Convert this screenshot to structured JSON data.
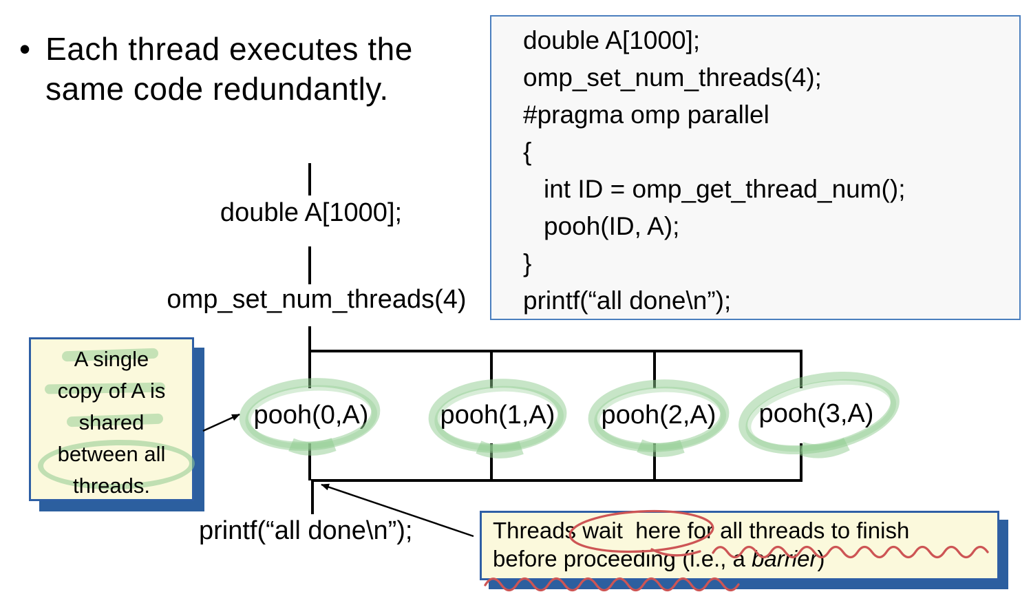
{
  "headline": {
    "bullet_char": "•",
    "text": "Each thread executes the\nsame code redundantly."
  },
  "code_box": {
    "lines": [
      "double A[1000];",
      "omp_set_num_threads(4);",
      "#pragma omp parallel",
      "{",
      "int ID = omp_get_thread_num();",
      "pooh(ID, A);",
      "}",
      "printf(“all done\\n”);"
    ]
  },
  "diagram": {
    "declare_label": "double A[1000];",
    "set_threads_label": "omp_set_num_threads(4)",
    "thread_labels": [
      "pooh(0,A)",
      "pooh(1,A)",
      "pooh(2,A)",
      "pooh(3,A)"
    ],
    "printf_label": "printf(“all done\\n”);"
  },
  "left_note": {
    "text": "A single\ncopy of A is\nshared\nbetween all\nthreads."
  },
  "bottom_note": {
    "line1": "Threads wait  here for all threads to finish",
    "line2_prefix": "before proceeding (i.e., a ",
    "line2_italic": "barrier",
    "line2_suffix": ")"
  },
  "colors": {
    "note_fill": "#FBF9DC",
    "note_border": "#2E5FA5",
    "note_shadow": "#2C5F9F",
    "code_box_fill": "#F8F8F8",
    "code_box_border": "#4A7EBE",
    "highlight_green": "#8FCB8F",
    "ink_red": "#CD5555",
    "line_black": "#000000"
  }
}
